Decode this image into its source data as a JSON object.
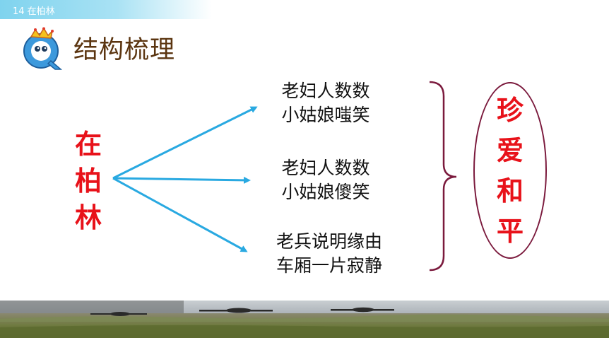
{
  "header": {
    "lesson_label": "14  在柏林"
  },
  "section": {
    "title": "结构梳理",
    "icon": "q-mascot-icon"
  },
  "subject": {
    "chars": [
      "在",
      "柏",
      "林"
    ]
  },
  "items": [
    {
      "line1": "老妇人数数",
      "line2": "小姑娘嗤笑"
    },
    {
      "line1": "老妇人数数",
      "line2": "小姑娘傻笑"
    },
    {
      "line1": "老兵说明缘由",
      "line2": "车厢一片寂静"
    }
  ],
  "theme": {
    "chars": [
      "珍",
      "爱",
      "和",
      "平"
    ]
  },
  "colors": {
    "accent_red": "#e8121a",
    "arrow_blue": "#29a9e1",
    "brace_purple": "#7b1a3d",
    "title_brown": "#5b3510"
  }
}
